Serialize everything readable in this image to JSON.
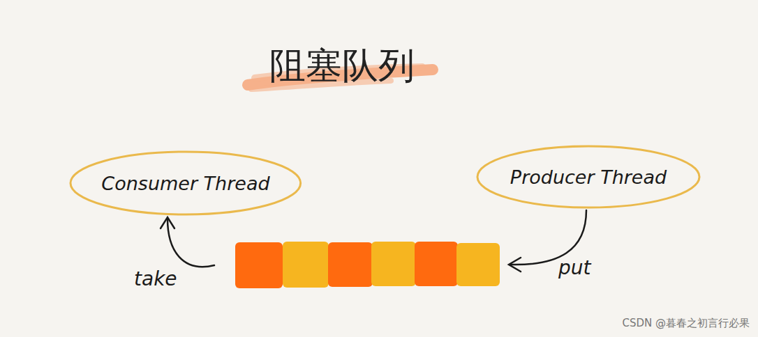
{
  "diagram": {
    "title": "阻塞队列",
    "nodes": [
      {
        "text": [
          "Consumer Thread"
        ]
      },
      {
        "text": [
          "Producer Thread"
        ]
      }
    ],
    "labels": [
      "take",
      "put",
      "CSDN @暮春之初言行必果"
    ]
  }
}
